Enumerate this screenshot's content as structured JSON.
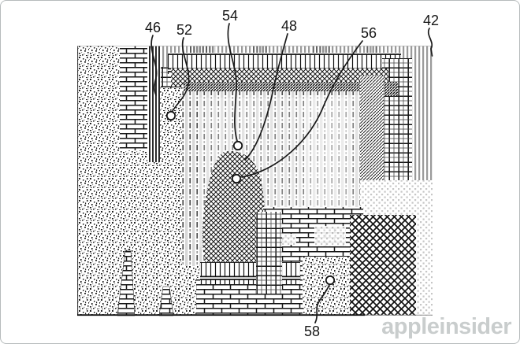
{
  "page": {
    "background": "#ffffff",
    "border_color": "#b6bbbc"
  },
  "figure": {
    "description": "patent-style drawing built from hatch textures",
    "ink_color": "#1a1a1a",
    "callouts": {
      "42": {
        "text": "42"
      },
      "46": {
        "text": "46"
      },
      "48": {
        "text": "48"
      },
      "52": {
        "text": "52"
      },
      "54": {
        "text": "54"
      },
      "56": {
        "text": "56"
      },
      "58": {
        "text": "58"
      }
    },
    "textures": [
      "speckle-stipple",
      "brick-wall",
      "black-vertical-stripes",
      "gray-vertical-stripes",
      "railroad-grid-band",
      "fine-crosshatch",
      "dense-diagonal-band",
      "diagonal-lines",
      "curtain-weave",
      "tartan-grid",
      "bold-diamond-lattice",
      "light-checker"
    ]
  },
  "watermark": {
    "text": "appleinsider",
    "color": "#c9cdcd"
  }
}
